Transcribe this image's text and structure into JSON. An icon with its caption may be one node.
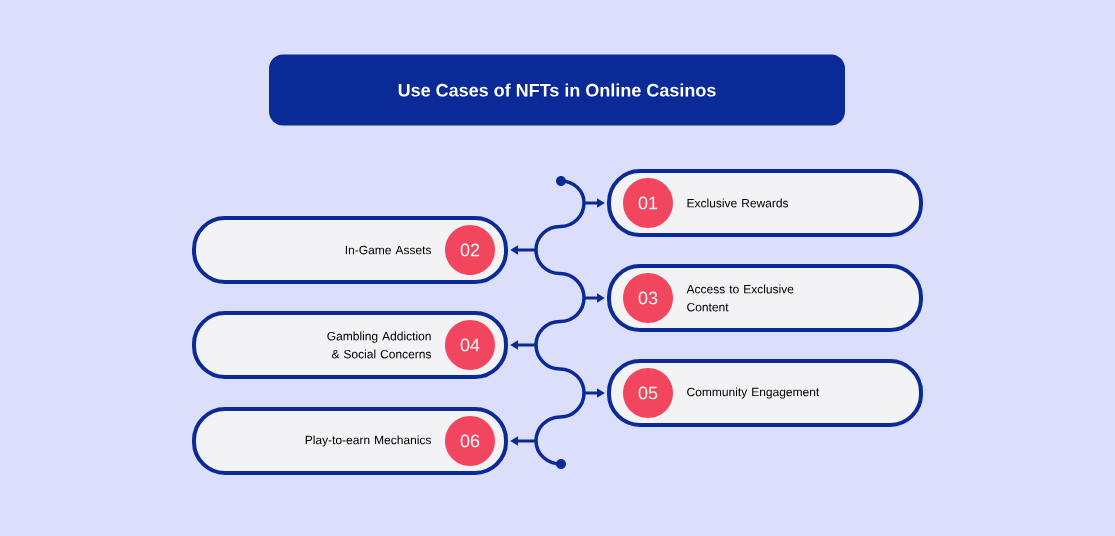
{
  "diagram": {
    "title": "Use Cases of NFTs in Online Casinos",
    "nodes": [
      {
        "text": [
          "01",
          "Exclusive Rewards"
        ]
      },
      {
        "text": [
          "In-Game Assets",
          "02"
        ]
      },
      {
        "text": [
          "03",
          "Access to Exclusive Content"
        ]
      },
      {
        "text": [
          "Gambling Addiction & Social Concerns",
          "04"
        ]
      },
      {
        "text": [
          "05",
          "Community Engagement"
        ]
      },
      {
        "text": [
          "Play-to-earn Mechanics",
          "06"
        ]
      },
      {
        "text": [],
        "shape": "line"
      }
    ],
    "edges": [
      {
        "from": 6,
        "to": 0,
        "arrow": "to"
      },
      {
        "from": 6,
        "to": 1,
        "arrow": "to"
      },
      {
        "from": 6,
        "to": 2,
        "arrow": "to"
      },
      {
        "from": 6,
        "to": 3,
        "arrow": "to"
      },
      {
        "from": 6,
        "to": 4,
        "arrow": "to"
      },
      {
        "from": 6,
        "to": 5,
        "arrow": "to"
      }
    ]
  }
}
